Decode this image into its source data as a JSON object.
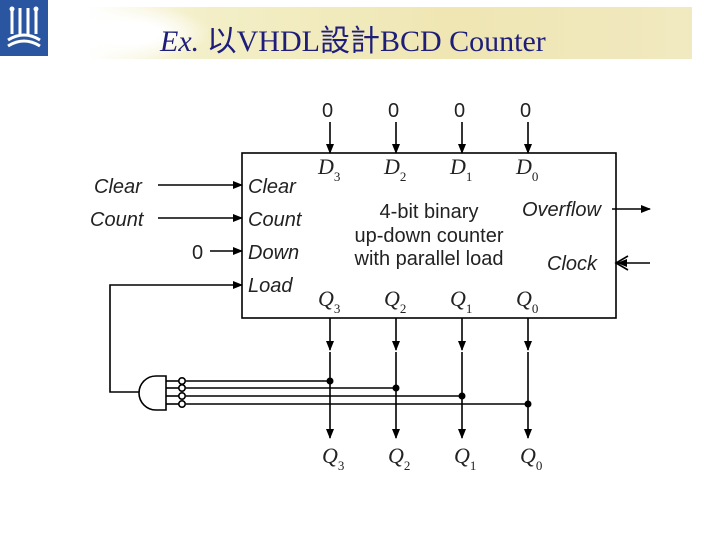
{
  "slide": {
    "title_prefix": "Ex.",
    "title_main": "以VHDL設計BCD Counter"
  },
  "inputs_top": [
    "0",
    "0",
    "0",
    "0"
  ],
  "data_inputs": [
    "D",
    "D",
    "D",
    "D"
  ],
  "data_input_subs": [
    "3",
    "2",
    "1",
    "0"
  ],
  "left_external": [
    "Clear",
    "Count",
    "0"
  ],
  "ports_left": [
    "Clear",
    "Count",
    "Down",
    "Load"
  ],
  "block_text": [
    "4-bit binary",
    "up-down counter",
    "with parallel load"
  ],
  "port_overflow": "Overflow",
  "port_clock": "Clock",
  "outputs": [
    "Q",
    "Q",
    "Q",
    "Q"
  ],
  "output_subs": [
    "3",
    "2",
    "1",
    "0"
  ],
  "colors": {
    "title": "#1e1e7a",
    "logo": "#2a55a0",
    "wire": "#000000"
  }
}
